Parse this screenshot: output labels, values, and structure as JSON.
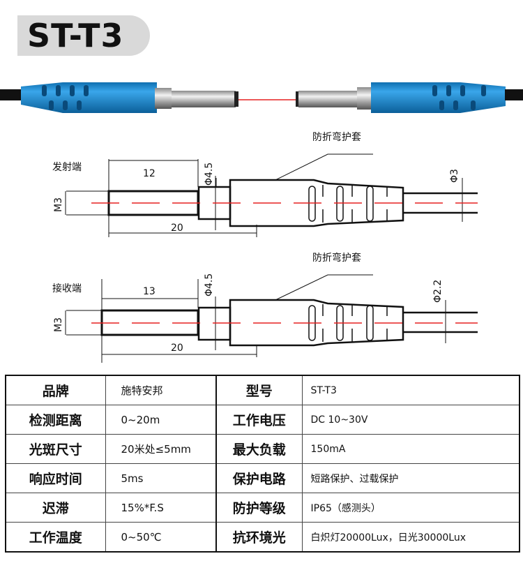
{
  "title": "ST-T3",
  "diagram": {
    "emitter": {
      "label": "发射端",
      "thread": "M3",
      "thread_len": "12",
      "total_len": "20",
      "collar_dia": "Φ4.5",
      "cable_dia": "Φ3",
      "boot_label": "防折弯护套"
    },
    "receiver": {
      "label": "接收端",
      "thread": "M3",
      "thread_len": "13",
      "total_len": "20",
      "collar_dia": "Φ4.5",
      "cable_dia": "Φ2.2",
      "boot_label": "防折弯护套"
    }
  },
  "specs": [
    {
      "k1": "品牌",
      "v1": "施特安邦",
      "k2": "型号",
      "v2": "ST-T3"
    },
    {
      "k1": "检测距离",
      "v1": "0~20m",
      "k2": "工作电压",
      "v2": "DC  10~30V"
    },
    {
      "k1": "光斑尺寸",
      "v1": "20米处≤5mm",
      "k2": "最大负载",
      "v2": "150mA"
    },
    {
      "k1": "响应时间",
      "v1": "5ms",
      "k2": "保护电路",
      "v2": "短路保护、过载保护"
    },
    {
      "k1": "迟滞",
      "v1": "15%*F.S",
      "k2": "防护等级",
      "v2": "IP65（感测头）"
    },
    {
      "k1": "工作温度",
      "v1": "0~50℃",
      "k2": "抗环境光",
      "v2": "白炽灯20000Lux，日光30000Lux"
    }
  ],
  "colors": {
    "boot": "#1e8fd6",
    "laser": "#e52020",
    "badge": "#d9d9d9"
  }
}
